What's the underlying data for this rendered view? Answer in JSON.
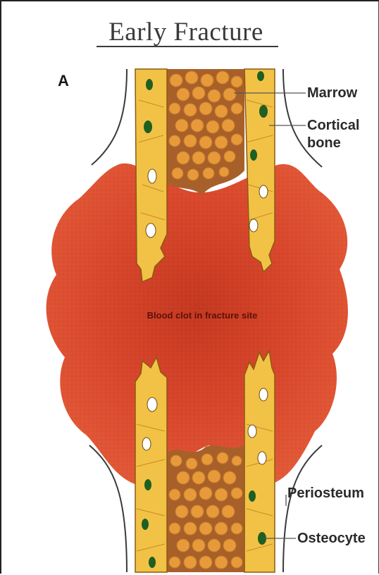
{
  "title": "Early Fracture",
  "panel_letter": "A",
  "labels": {
    "marrow": "Marrow",
    "cortical_bone": "Cortical\nbone",
    "blood_clot": "Blood clot in fracture site",
    "periosteum": "Periosteum",
    "osteocyte": "Osteocyte"
  },
  "colors": {
    "clot": "#d8472c",
    "clot_dark": "#b8301c",
    "bone": "#e8a428",
    "bone_light": "#f2c247",
    "marrow_bg": "#a8602a",
    "marrow_cell": "#e79a3a",
    "osteocyte": "#1f5f22",
    "leader": "#555555"
  }
}
